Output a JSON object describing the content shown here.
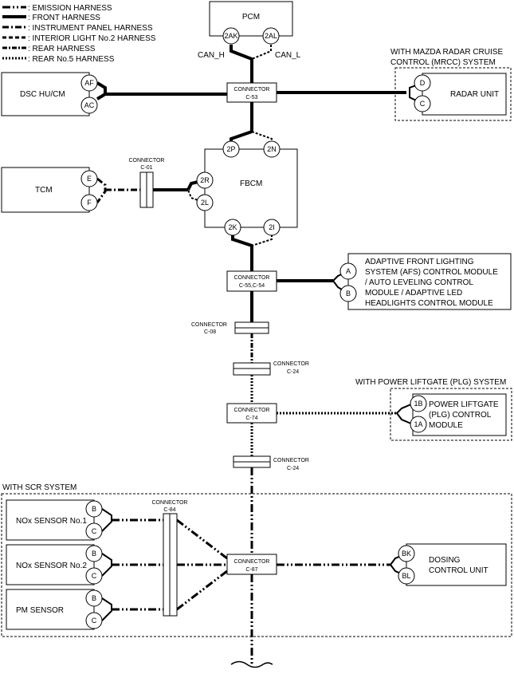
{
  "legend": [
    {
      "label": ": EMISSION HARNESS",
      "style": "emis"
    },
    {
      "label": ": FRONT HARNESS",
      "style": "front"
    },
    {
      "label": ": INSTRUMENT PANEL HARNESS",
      "style": "inst"
    },
    {
      "label": ": INTERIOR LIGHT No.2 HARNESS",
      "style": "int2"
    },
    {
      "label": ": REAR HARNESS",
      "style": "rear"
    },
    {
      "label": ": REAR No.5 HARNESS",
      "style": "rear5"
    }
  ],
  "modules": {
    "pcm": {
      "label": "PCM",
      "pin_l": "2AK",
      "pin_r": "2AL",
      "can_h": "CAN_H",
      "can_l": "CAN_L"
    },
    "dsc": {
      "label": "DSC HU/CM",
      "pin_a": "AF",
      "pin_b": "AC"
    },
    "radar": {
      "label": "RADAR UNIT",
      "pin_a": "D",
      "pin_b": "C",
      "group1": "WITH MAZDA RADAR CRUISE",
      "group2": "CONTROL (MRCC) SYSTEM"
    },
    "tcm": {
      "label": "TCM",
      "pin_a": "E",
      "pin_b": "F"
    },
    "fbcm": {
      "label": "FBCM",
      "p2p": "2P",
      "p2n": "2N",
      "p2r": "2R",
      "p2l": "2L",
      "p2k": "2K",
      "p2i": "2I"
    },
    "afs": {
      "line1": "ADAPTIVE FRONT LIGHTING",
      "line2": "SYSTEM (AFS) CONTROL MODULE",
      "line3": "/ AUTO LEVELING CONTROL",
      "line4": "MODULE / ADAPTIVE LED",
      "line5": "HEADLIGHTS CONTROL MODULE",
      "pin_a": "A",
      "pin_b": "B"
    },
    "plg": {
      "line1": "POWER LIFTGATE",
      "line2": "(PLG) CONTROL",
      "line3": "MODULE",
      "pin_a": "1B",
      "pin_b": "1A",
      "group": "WITH POWER LIFTGATE (PLG) SYSTEM"
    },
    "scr": {
      "group": "WITH SCR SYSTEM"
    },
    "nox1": {
      "label": "NOx SENSOR No.1",
      "pin_a": "B",
      "pin_b": "C"
    },
    "nox2": {
      "label": "NOx SENSOR No.2",
      "pin_a": "B",
      "pin_b": "C"
    },
    "pm": {
      "label": "PM SENSOR",
      "pin_a": "B",
      "pin_b": "C"
    },
    "dosing": {
      "line1": "DOSING",
      "line2": "CONTROL UNIT",
      "pin_a": "BK",
      "pin_b": "BL"
    }
  },
  "connectors": {
    "word": "CONNECTOR",
    "c53": "C-53",
    "c01": "C-01",
    "c55": "C-55,C-54",
    "c08": "C-08",
    "c24a": "C-24",
    "c74": "C-74",
    "c24b": "C-24",
    "c84": "C-84",
    "c87": "C-87"
  }
}
